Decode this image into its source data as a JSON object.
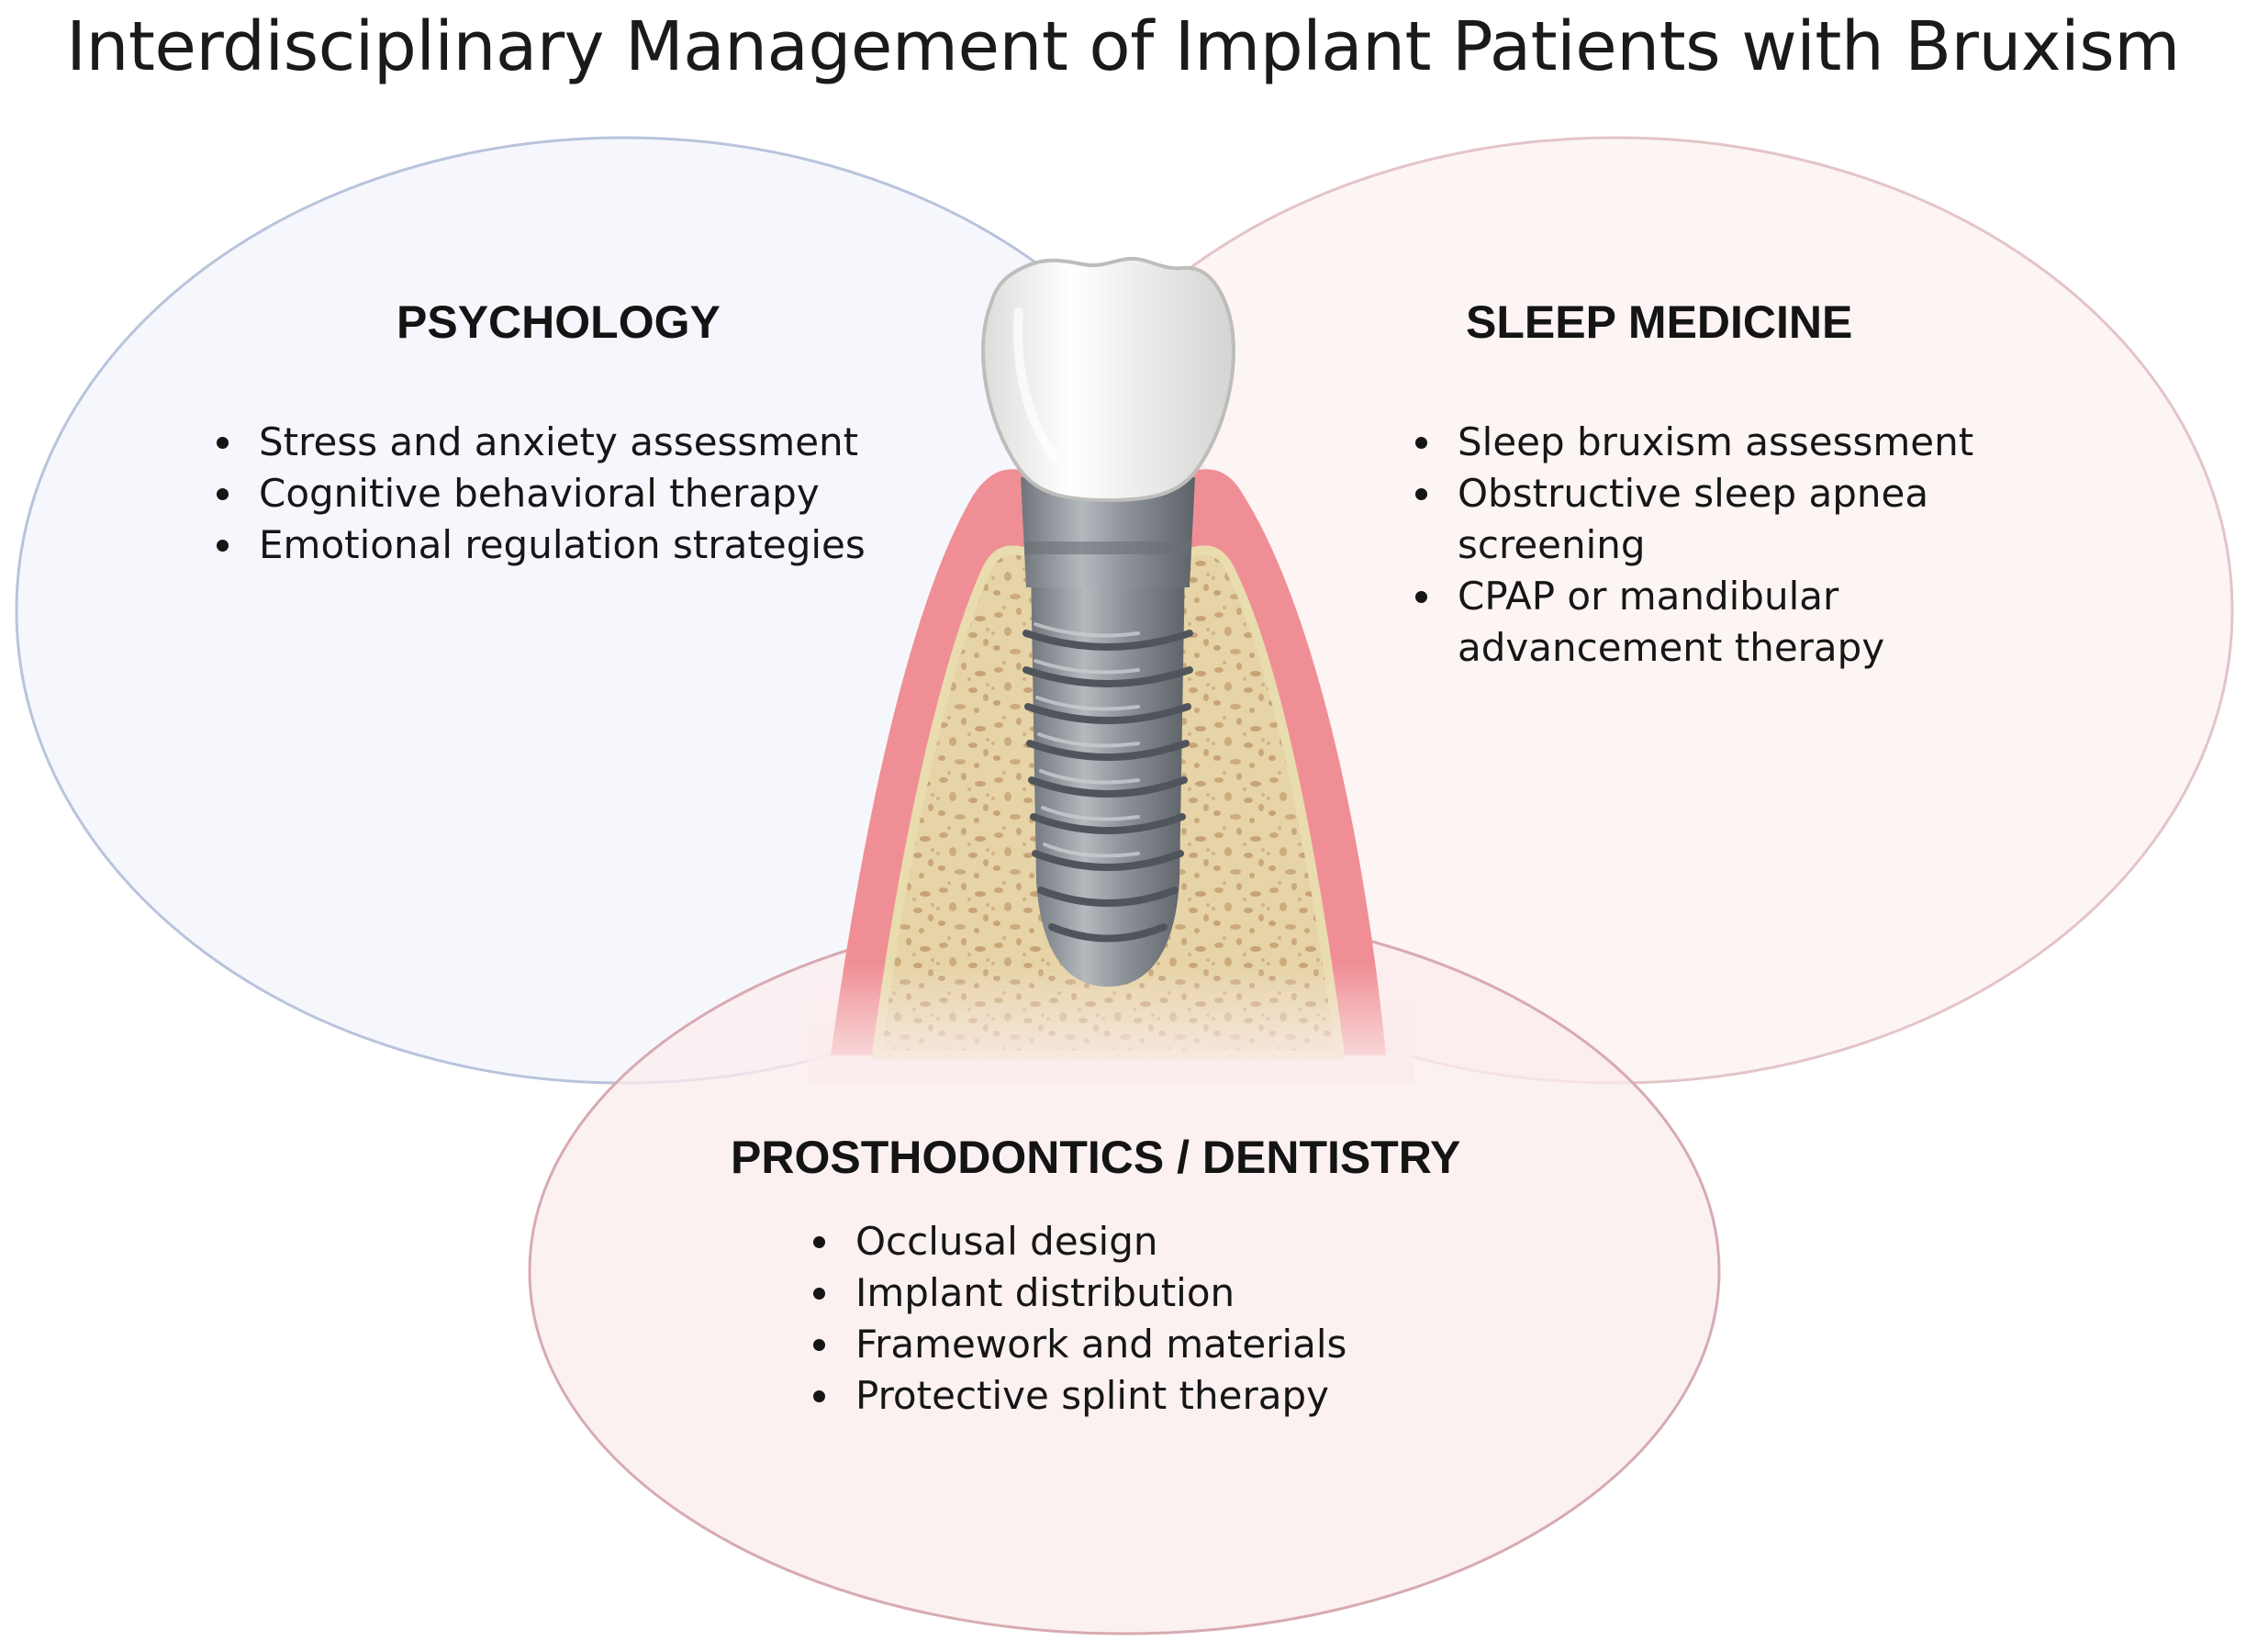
{
  "title": "Interdisciplinary Management of Implant Patients with Bruxism",
  "colors": {
    "psychology_fill": "#f4f7fd",
    "psychology_stroke": "#b8c4dc",
    "sleep_fill": "#fdf1f1",
    "sleep_stroke": "#e3c4c8",
    "prostho_fill": "#fbecec",
    "prostho_stroke": "#d8aab2",
    "gum": "#ef8f95",
    "bone": "#e6d2a6",
    "implant": "#8a9096",
    "crown": "#f4f4f2"
  },
  "illustration": {
    "icons": [
      "dental-implant-icon",
      "tooth-crown-icon",
      "bone-icon",
      "gum-icon"
    ]
  },
  "sections": {
    "psychology": {
      "heading": "PSYCHOLOGY",
      "items": [
        "Stress and anxiety assessment",
        "Cognitive behavioral therapy",
        "Emotional regulation strategies"
      ]
    },
    "sleep_medicine": {
      "heading": "SLEEP MEDICINE",
      "items": [
        "Sleep bruxism assessment",
        "Obstructive sleep apnea screening",
        "CPAP or mandibular advancement therapy"
      ]
    },
    "prosthodontics": {
      "heading": "PROSTHODONTICS / DENTISTRY",
      "items": [
        "Occlusal design",
        "Implant distribution",
        "Framework and materials",
        "Protective splint therapy"
      ]
    }
  }
}
